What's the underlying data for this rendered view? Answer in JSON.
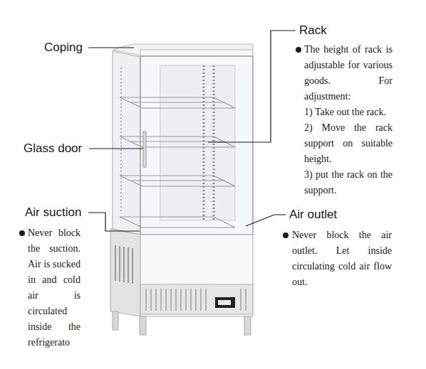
{
  "diagram": {
    "labels": [
      "Coping",
      "Rack",
      "The height of rack is adjustable for various goods. For adjustment:",
      "1) Take out the rack.",
      "2) Move the rack support on suitable height.",
      "3) put the rack on the support.",
      "Glass door",
      "Air suction",
      "Never block the suction. Air is sucked in and cold air is circulated inside the refrigerato",
      "Air outlet",
      "Never block the air outlet. Let inside circulating cold air flow out."
    ]
  }
}
